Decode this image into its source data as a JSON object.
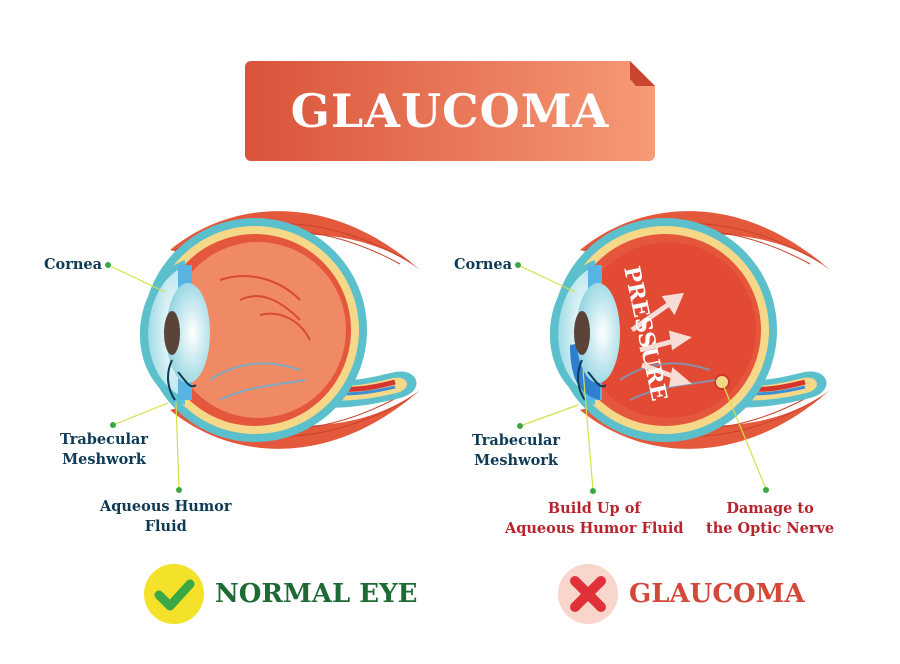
{
  "title": "GLAUCOMA",
  "colors": {
    "banner_start": "#d9533a",
    "banner_end": "#f79a76",
    "label_dark": "#0e3a55",
    "label_red": "#b8242e",
    "leader_line": "#d6e04a",
    "leader_dot": "#3aa845",
    "normal_green": "#1d6a35",
    "check_circle": "#f3e12a",
    "check_mark": "#3aa845",
    "glaucoma_red": "#d4483a",
    "x_circle": "#f9d6cb",
    "x_mark": "#e0303a"
  },
  "normal_eye": {
    "labels": {
      "cornea": "Cornea",
      "trabecular_1": "Trabecular",
      "trabecular_2": "Meshwork",
      "aqueous_1": "Aqueous Humor",
      "aqueous_2": "Fluid"
    },
    "status": {
      "icon": "check-icon",
      "text": "NORMAL EYE"
    }
  },
  "glaucoma_eye": {
    "labels": {
      "cornea": "Cornea",
      "trabecular_1": "Trabecular",
      "trabecular_2": "Meshwork",
      "buildup_1": "Build Up of",
      "buildup_2": "Aqueous Humor Fluid",
      "damage_1": "Damage to",
      "damage_2": "the Optic Nerve",
      "pressure": "PRESSURE"
    },
    "status": {
      "icon": "x-icon",
      "text": "GLAUCOMA"
    }
  }
}
